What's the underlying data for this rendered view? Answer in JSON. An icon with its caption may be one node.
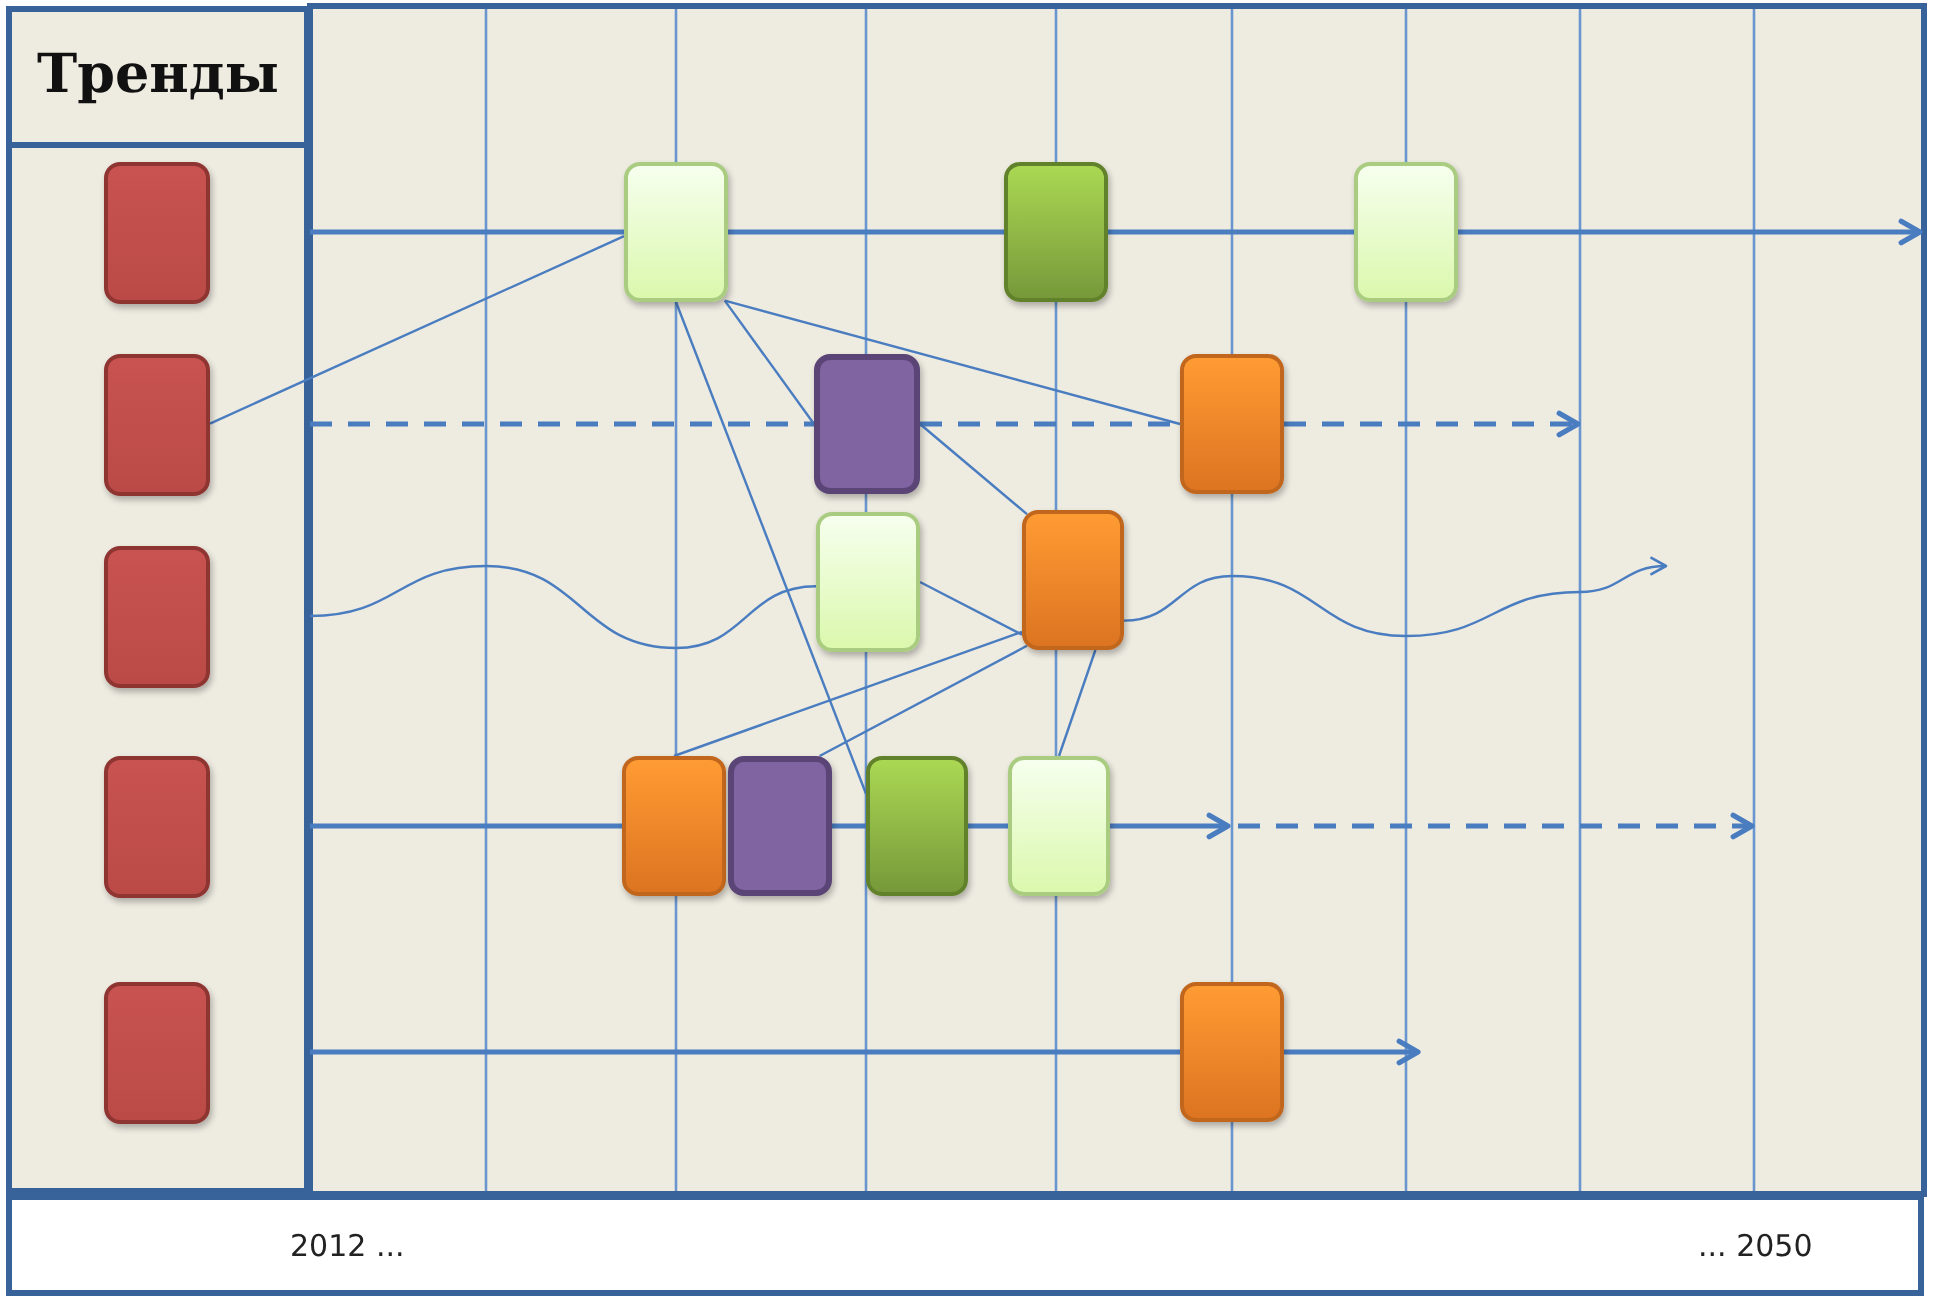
{
  "diagram": {
    "nodes": [
      {
        "text": [
          "Тренды"
        ]
      },
      {
        "text": [],
        "shape": "box",
        "in": 0
      },
      {
        "text": [],
        "shape": "box",
        "in": 0
      },
      {
        "text": [],
        "shape": "box",
        "in": 0
      },
      {
        "text": [],
        "shape": "box",
        "in": 0
      },
      {
        "text": [],
        "shape": "box",
        "in": 0
      },
      {
        "text": [],
        "shape": "box"
      },
      {
        "text": [],
        "shape": "box"
      },
      {
        "text": [],
        "shape": "box"
      },
      {
        "text": [],
        "shape": "box"
      },
      {
        "text": [],
        "shape": "box"
      },
      {
        "text": [],
        "shape": "box"
      },
      {
        "text": [],
        "shape": "box"
      },
      {
        "text": [],
        "shape": "box"
      },
      {
        "text": [],
        "shape": "box"
      },
      {
        "text": [],
        "shape": "box"
      },
      {
        "text": [],
        "shape": "box"
      },
      {
        "text": [],
        "shape": "box"
      },
      {
        "text": [
          "2012 ...",
          "... 2050"
        ]
      }
    ],
    "edges": [
      {
        "from": 0,
        "to": 6,
        "arrow": "none"
      },
      {
        "from": 6,
        "to": 7,
        "arrow": "none"
      },
      {
        "from": 7,
        "to": 8,
        "arrow": "none"
      },
      {
        "from": 8,
        "to": null,
        "arrow": "to"
      },
      {
        "from": 0,
        "to": 9,
        "arrow": "none",
        "style": "dashed"
      },
      {
        "from": 9,
        "to": 10,
        "arrow": "none",
        "style": "dashed"
      },
      {
        "from": 10,
        "to": null,
        "arrow": "to",
        "style": "dashed"
      },
      {
        "from": 0,
        "to": 11,
        "arrow": "none"
      },
      {
        "from": 11,
        "to": 12,
        "arrow": "none"
      },
      {
        "from": 12,
        "to": null,
        "arrow": "to"
      },
      {
        "from": 0,
        "to": 13,
        "arrow": "none"
      },
      {
        "from": 14,
        "to": 15,
        "arrow": "none"
      },
      {
        "from": 15,
        "to": 16,
        "arrow": "none"
      },
      {
        "from": 16,
        "to": null,
        "arrow": "to"
      },
      {
        "from": 0,
        "to": 17,
        "arrow": "none"
      },
      {
        "from": 17,
        "to": null,
        "arrow": "to"
      },
      {
        "from": 2,
        "to": 6,
        "arrow": "none"
      },
      {
        "from": 6,
        "to": 15,
        "arrow": "none"
      },
      {
        "from": 6,
        "to": 9,
        "arrow": "none"
      },
      {
        "from": 6,
        "to": 10,
        "arrow": "none"
      },
      {
        "from": 9,
        "to": 12,
        "arrow": "none"
      },
      {
        "from": 13,
        "to": 12,
        "arrow": "none"
      },
      {
        "from": 14,
        "to": 12,
        "arrow": "none"
      },
      {
        "from": 16,
        "to": 12,
        "arrow": "none"
      }
    ]
  }
}
